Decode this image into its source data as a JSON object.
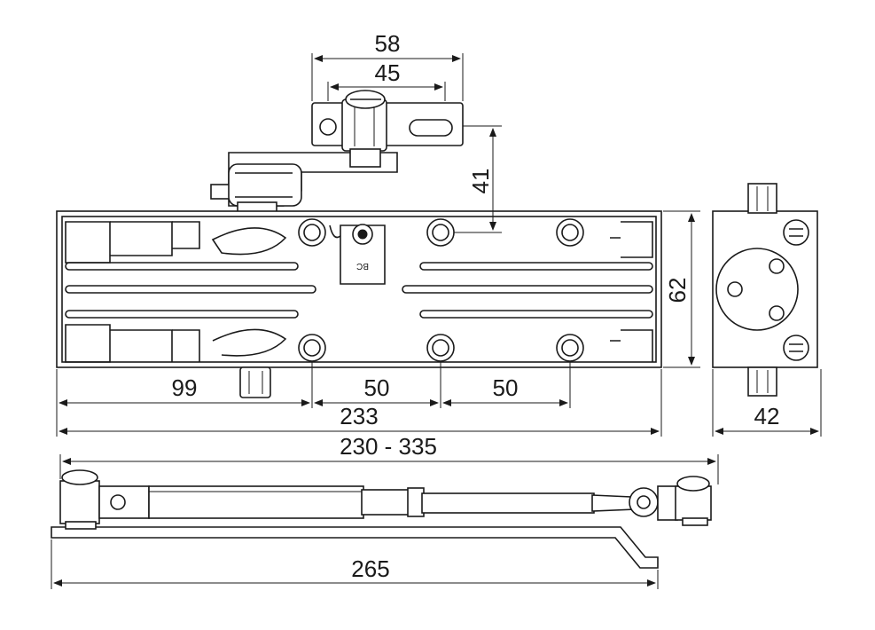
{
  "dimensions": {
    "arm_bracket_outer": "58",
    "arm_bracket_holes": "45",
    "arm_height": "41",
    "body_height": "62",
    "first_hole": "99",
    "hole_spacing_1": "50",
    "hole_spacing_2": "50",
    "body_length": "233",
    "side_depth": "42",
    "arm_range": "230 - 335",
    "arm_length": "265"
  },
  "body_label": "BC"
}
